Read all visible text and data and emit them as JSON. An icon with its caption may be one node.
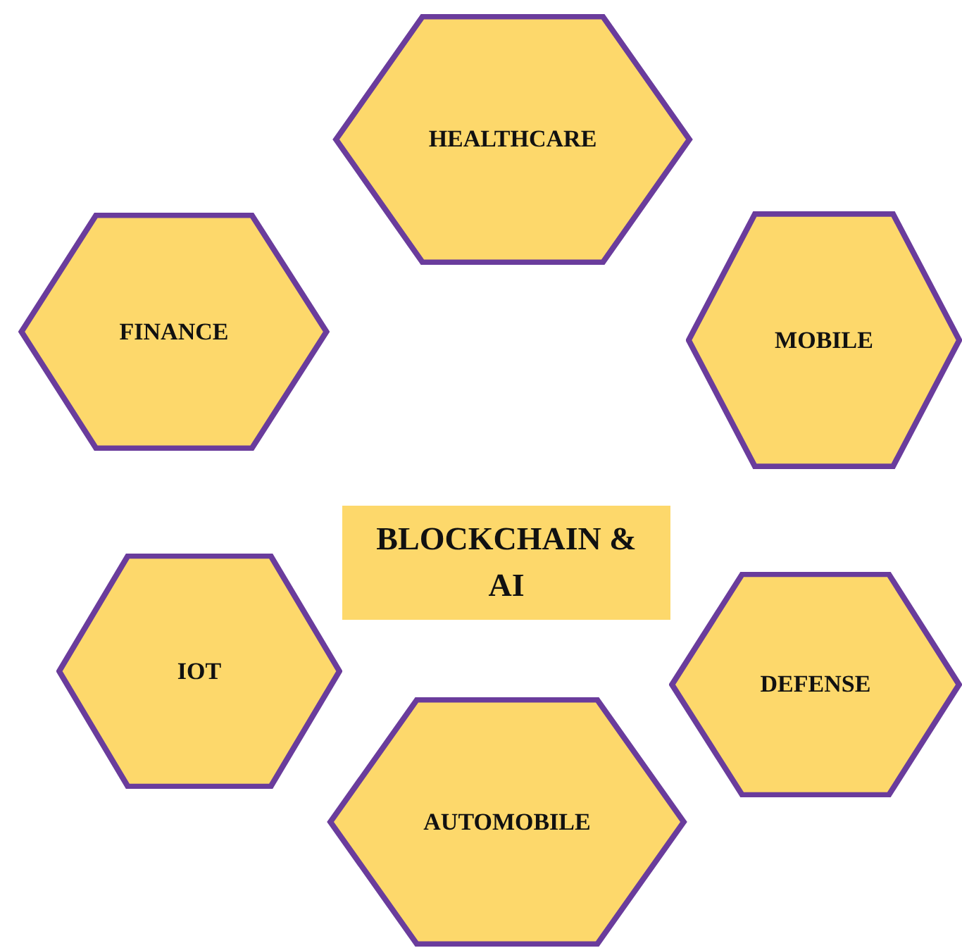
{
  "diagram": {
    "nodes": [
      {
        "text": [
          "HEALTHCARE"
        ]
      },
      {
        "text": [
          "FINANCE"
        ]
      },
      {
        "text": [
          "MOBILE"
        ]
      },
      {
        "text": [
          "BLOCKCHAIN & AI"
        ]
      },
      {
        "text": [
          "IOT"
        ]
      },
      {
        "text": [
          "DEFENSE"
        ]
      },
      {
        "text": [
          "AUTOMOBILE"
        ]
      }
    ]
  }
}
